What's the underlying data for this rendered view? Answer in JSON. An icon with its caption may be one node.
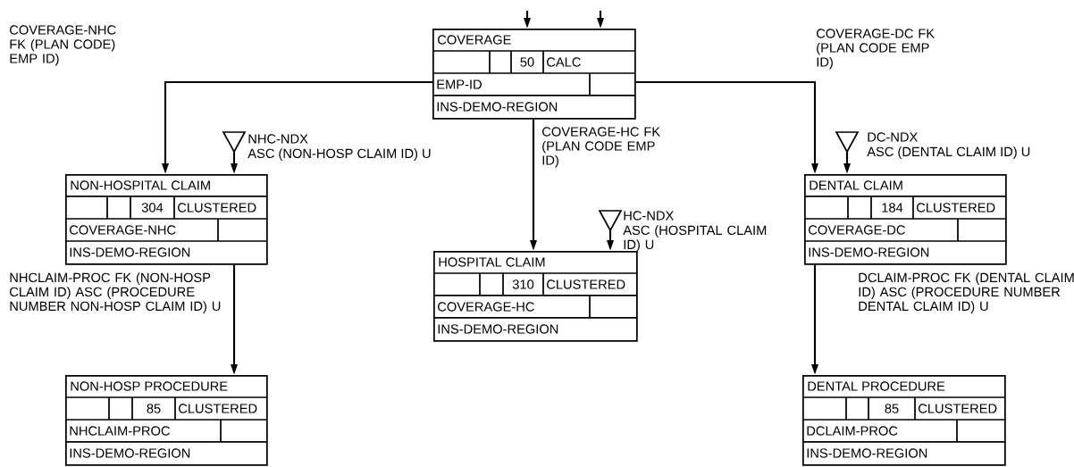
{
  "diagram": {
    "nodes": [
      {
        "text": [
          "COVERAGE",
          "50",
          "CALC",
          "EMP-ID",
          "INS-DEMO-REGION"
        ]
      },
      {
        "text": [
          "NON-HOSPITAL CLAIM",
          "304",
          "CLUSTERED",
          "COVERAGE-NHC",
          "INS-DEMO-REGION"
        ]
      },
      {
        "text": [
          "HOSPITAL CLAIM",
          "310",
          "CLUSTERED",
          "COVERAGE-HC",
          "INS-DEMO-REGION"
        ]
      },
      {
        "text": [
          "DENTAL CLAIM",
          "184",
          "CLUSTERED",
          "COVERAGE-DC",
          "INS-DEMO-REGION"
        ]
      },
      {
        "text": [
          "NON-HOSP PROCEDURE",
          "85",
          "CLUSTERED",
          "NHCLAIM-PROC",
          "INS-DEMO-REGION"
        ]
      },
      {
        "text": [
          "DENTAL PROCEDURE",
          "85",
          "CLUSTERED",
          "DCLAIM-PROC",
          "INS-DEMO-REGION"
        ]
      },
      {
        "text": [],
        "shape": "triangle",
        "beside": [
          "NHC-NDX",
          "ASC (NON-HOSP CLAIM ID) U"
        ]
      },
      {
        "text": [],
        "shape": "triangle",
        "beside": [
          "HC-NDX",
          "ASC (HOSPITAL CLAIM ID) U"
        ]
      },
      {
        "text": [],
        "shape": "triangle",
        "beside": [
          "DC-NDX",
          "ASC (DENTAL CLAIM ID) U"
        ]
      }
    ],
    "edges": [
      {
        "from": null,
        "to": 0,
        "arrow": "to"
      },
      {
        "from": null,
        "to": 0,
        "arrow": "to"
      },
      {
        "from": 0,
        "to": 1,
        "arrow": "to",
        "label": "COVERAGE-NHC FK (PLAN CODE) EMP ID)"
      },
      {
        "from": 0,
        "to": 2,
        "arrow": "to",
        "label": "COVERAGE-HC FK (PLAN CODE EMP ID)"
      },
      {
        "from": 0,
        "to": 3,
        "arrow": "to",
        "label": "COVERAGE-DC FK (PLAN CODE EMP ID)"
      },
      {
        "from": 6,
        "to": 1,
        "arrow": "to"
      },
      {
        "from": 7,
        "to": 2,
        "arrow": "to"
      },
      {
        "from": 8,
        "to": 3,
        "arrow": "to"
      },
      {
        "from": 1,
        "to": 4,
        "arrow": "to",
        "label": "NHCLAIM-PROC FK (NON-HOSP CLAIM ID) ASC (PROCEDURE NUMBER NON-HOSP CLAIM ID) U"
      },
      {
        "from": 3,
        "to": 5,
        "arrow": "to",
        "label": "DCLAIM-PROC FK (DENTAL CLAIM ID) ASC (PROCEDURE NUMBER DENTAL CLAIM ID) U"
      }
    ]
  }
}
